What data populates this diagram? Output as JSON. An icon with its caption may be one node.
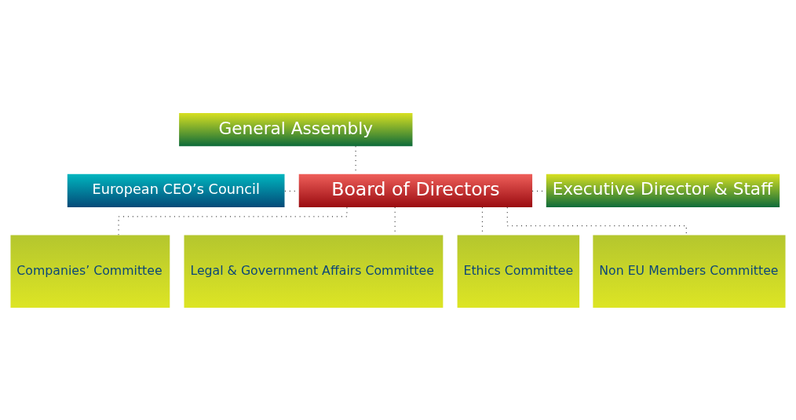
{
  "diagram": {
    "nodes": [
      {
        "text": [
          "General Assembly"
        ]
      },
      {
        "text": [
          "European CEO’s Council"
        ]
      },
      {
        "text": [
          "Board of Directors"
        ]
      },
      {
        "text": [
          "Executive Director & Staff"
        ]
      },
      {
        "text": [
          "Companies’ Committee"
        ]
      },
      {
        "text": [
          "Legal & Government Affairs Committee"
        ]
      },
      {
        "text": [
          "Ethics Committee"
        ]
      },
      {
        "text": [
          "Non EU Members Committee"
        ]
      }
    ],
    "edges": [
      {
        "from": 0,
        "to": 2,
        "arrow": "none",
        "style": "dashed"
      },
      {
        "from": 1,
        "to": 2,
        "arrow": "none",
        "style": "dashed"
      },
      {
        "from": 2,
        "to": 3,
        "arrow": "none",
        "style": "dashed"
      },
      {
        "from": 2,
        "to": 4,
        "arrow": "none",
        "style": "dashed"
      },
      {
        "from": 2,
        "to": 5,
        "arrow": "none",
        "style": "dashed"
      },
      {
        "from": 2,
        "to": 6,
        "arrow": "none",
        "style": "dashed"
      },
      {
        "from": 2,
        "to": 7,
        "arrow": "none",
        "style": "dashed"
      }
    ]
  }
}
